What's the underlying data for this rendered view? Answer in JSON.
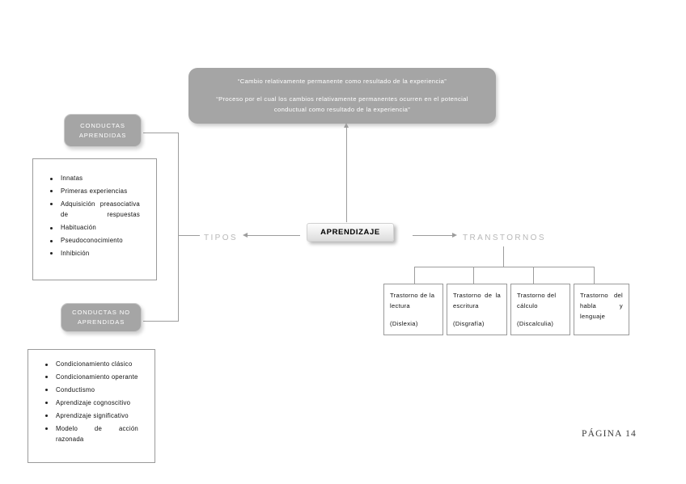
{
  "diagram": {
    "definition": {
      "line1": "“Cambio relativamente permanente como resultado de la experiencia”",
      "line2": "“Proceso por el cual los cambios relativamente permanentes ocurren en el potencial conductual como resultado de la experiencia”"
    },
    "center_node": {
      "label": "APRENDIZAJE"
    },
    "branches": {
      "left_label": "TIPOS",
      "right_label": "TRANSTORNOS"
    },
    "pills": [
      {
        "id": "aprendidas",
        "line1": "CONDUCTAS",
        "line2": "APRENDIDAS"
      },
      {
        "id": "no-aprendidas",
        "line1": "CONDUCTAS NO",
        "line2": "APRENDIDAS"
      }
    ],
    "lists": [
      {
        "id": "innatas",
        "items": [
          "Innatas",
          "Primeras experiencias",
          "Adquisición preasociativa de respuestas",
          "Habituación",
          "Pseudoconocimiento",
          "Inhibición"
        ]
      },
      {
        "id": "condicionamiento",
        "items": [
          "Condicionamiento clásico",
          "Condicionamiento operante",
          "Conductismo",
          "Aprendizaje cognoscitivo",
          "Aprendizaje significativo",
          "Modelo de acción razonada"
        ]
      }
    ],
    "disorders": [
      {
        "name": "Trastorno de la lectura",
        "paren": "(Dislexia)"
      },
      {
        "name": "Trastorno de la escritura",
        "paren": "(Disgrafía)"
      },
      {
        "name": "Trastorno del cálculo",
        "paren": "(Discalculia)"
      },
      {
        "name": "Trastorno del habla y lenguaje",
        "paren": ""
      }
    ],
    "footer": {
      "page_label": "PÁGINA 14"
    },
    "colors": {
      "pill_fill": "#a5a5a5",
      "connector": "#9d9d9d",
      "branch_label": "#b8b8b8",
      "box_border": "#9a9a9a",
      "text": "#111111"
    }
  }
}
